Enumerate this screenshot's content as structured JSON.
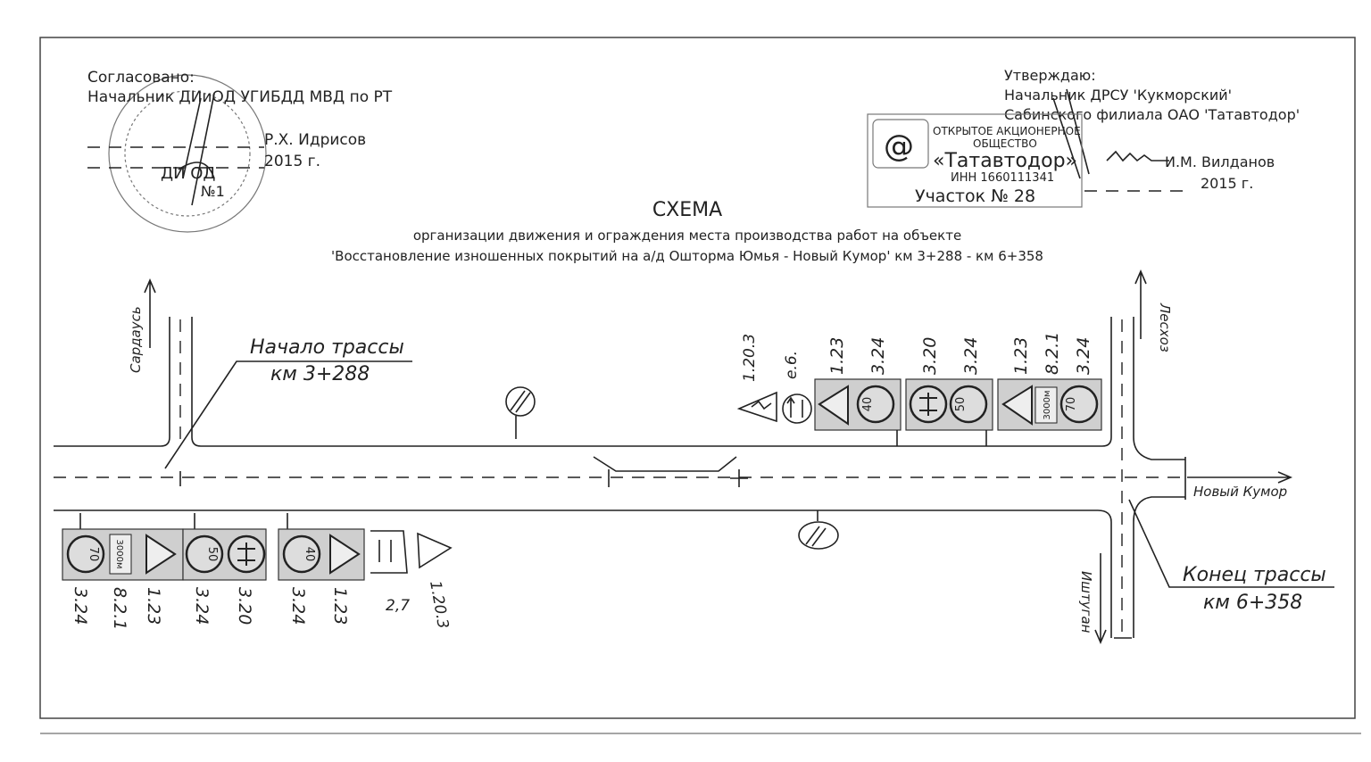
{
  "approval_left": {
    "line1": "Согласовано:",
    "line2": "Начальник ДИиОД УГИБДД МВД по РТ",
    "name": "Р.Х. Идрисов",
    "year": "2015 г.",
    "stamp_text": [
      "ДИ ОД",
      "№1"
    ]
  },
  "approval_right": {
    "line1": "Утверждаю:",
    "line2": "Начальник ДРСУ 'Кукморский'",
    "line3": "Сабинского филиала ОАО 'Татавтодор'",
    "name": "И.М. Вилданов",
    "year": "2015 г.",
    "stamp": {
      "line1": "ОТКРЫТОЕ АКЦИОНЕРНОЕ",
      "line2": "ОБЩЕСТВО",
      "line3": "«Татавтодор»",
      "line4": "ИНН 1660111341",
      "line5": "Участок № 28"
    }
  },
  "title": {
    "main": "СХЕМА",
    "sub1": "организации движения и ограждения места производства работ на объекте",
    "sub2": "'Восстановление изношенных покрытий на а/д Ошторма Юмья - Новый Кумор' км 3+288 - км 6+358"
  },
  "destinations": {
    "top_left": "Сардаусь",
    "top_right": "Лесхоз",
    "right": "Новый Кумор",
    "bottom_right": "Иштуган"
  },
  "start": {
    "label": "Начало трассы",
    "km": "км 3+288"
  },
  "end": {
    "label": "Конец трассы",
    "km": "км 6+358"
  },
  "signs_top": {
    "hand": [
      "1.20.3",
      "e.6."
    ],
    "group1": [
      "1.23",
      "3.24"
    ],
    "group2": [
      "3.20",
      "3.24"
    ],
    "group3": [
      "1.23",
      "8.2.1",
      "3.24"
    ],
    "speeds": [
      "40",
      "50",
      "70"
    ],
    "plate": "3000м"
  },
  "signs_bottom": {
    "group1": [
      "3.24",
      "8.2.1",
      "1.23"
    ],
    "group2": [
      "3.24",
      "3.20"
    ],
    "group3": [
      "3.24",
      "1.23"
    ],
    "hand": [
      "2,7",
      "1.20.3"
    ],
    "speeds": [
      "70",
      "50",
      "40"
    ],
    "plate": "3000м"
  }
}
